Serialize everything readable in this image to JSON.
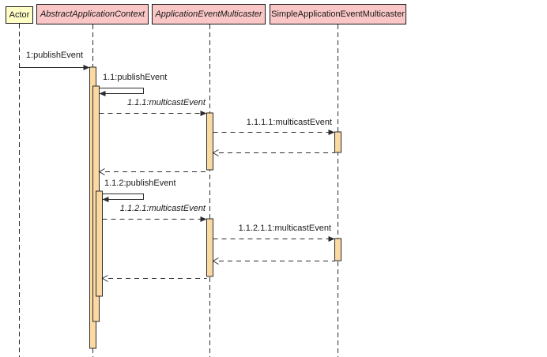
{
  "diagram": {
    "type": "uml-sequence-diagram",
    "colors": {
      "actor_fill": "#ffffc6",
      "class_fill": "#fac6c6",
      "activation_fill": "#fbd9a2",
      "border_color": "#1a1a1a",
      "line_color": "#2b2b2b"
    },
    "lifelines": [
      {
        "label": "Actor",
        "kind": "actor",
        "italic": false
      },
      {
        "label": "AbstractApplicationContext",
        "kind": "class",
        "italic": true
      },
      {
        "label": "ApplicationEventMulticaster",
        "kind": "interface",
        "italic": true
      },
      {
        "label": "SimpleApplicationEventMulticaster",
        "kind": "class",
        "italic": false
      }
    ],
    "messages": [
      {
        "label": "1:publishEvent",
        "from": "Actor",
        "to": "AbstractApplicationContext",
        "style": "solid-call",
        "italic": false
      },
      {
        "label": "1.1:publishEvent",
        "from": "AbstractApplicationContext",
        "to": "AbstractApplicationContext",
        "style": "self-call",
        "italic": false
      },
      {
        "label": "1.1.1:multicastEvent",
        "from": "AbstractApplicationContext",
        "to": "ApplicationEventMulticaster",
        "style": "dashed-call",
        "italic": true
      },
      {
        "label": "1.1.1.1:multicastEvent",
        "from": "ApplicationEventMulticaster",
        "to": "SimpleApplicationEventMulticaster",
        "style": "dashed-call",
        "italic": false
      },
      {
        "label": "1.1.2:publishEvent",
        "from": "AbstractApplicationContext",
        "to": "AbstractApplicationContext",
        "style": "self-call",
        "italic": false
      },
      {
        "label": "1.1.2.1:multicastEvent",
        "from": "AbstractApplicationContext",
        "to": "ApplicationEventMulticaster",
        "style": "dashed-call",
        "italic": true
      },
      {
        "label": "1.1.2.1.1:multicastEvent",
        "from": "ApplicationEventMulticaster",
        "to": "SimpleApplicationEventMulticaster",
        "style": "dashed-call",
        "italic": false
      }
    ],
    "returns": [
      {
        "from": "SimpleApplicationEventMulticaster",
        "to": "ApplicationEventMulticaster",
        "after": "1.1.1.1"
      },
      {
        "from": "ApplicationEventMulticaster",
        "to": "AbstractApplicationContext",
        "after": "1.1.1"
      },
      {
        "from": "SimpleApplicationEventMulticaster",
        "to": "ApplicationEventMulticaster",
        "after": "1.1.2.1.1"
      },
      {
        "from": "ApplicationEventMulticaster",
        "to": "AbstractApplicationContext",
        "after": "1.1.2.1"
      }
    ]
  }
}
